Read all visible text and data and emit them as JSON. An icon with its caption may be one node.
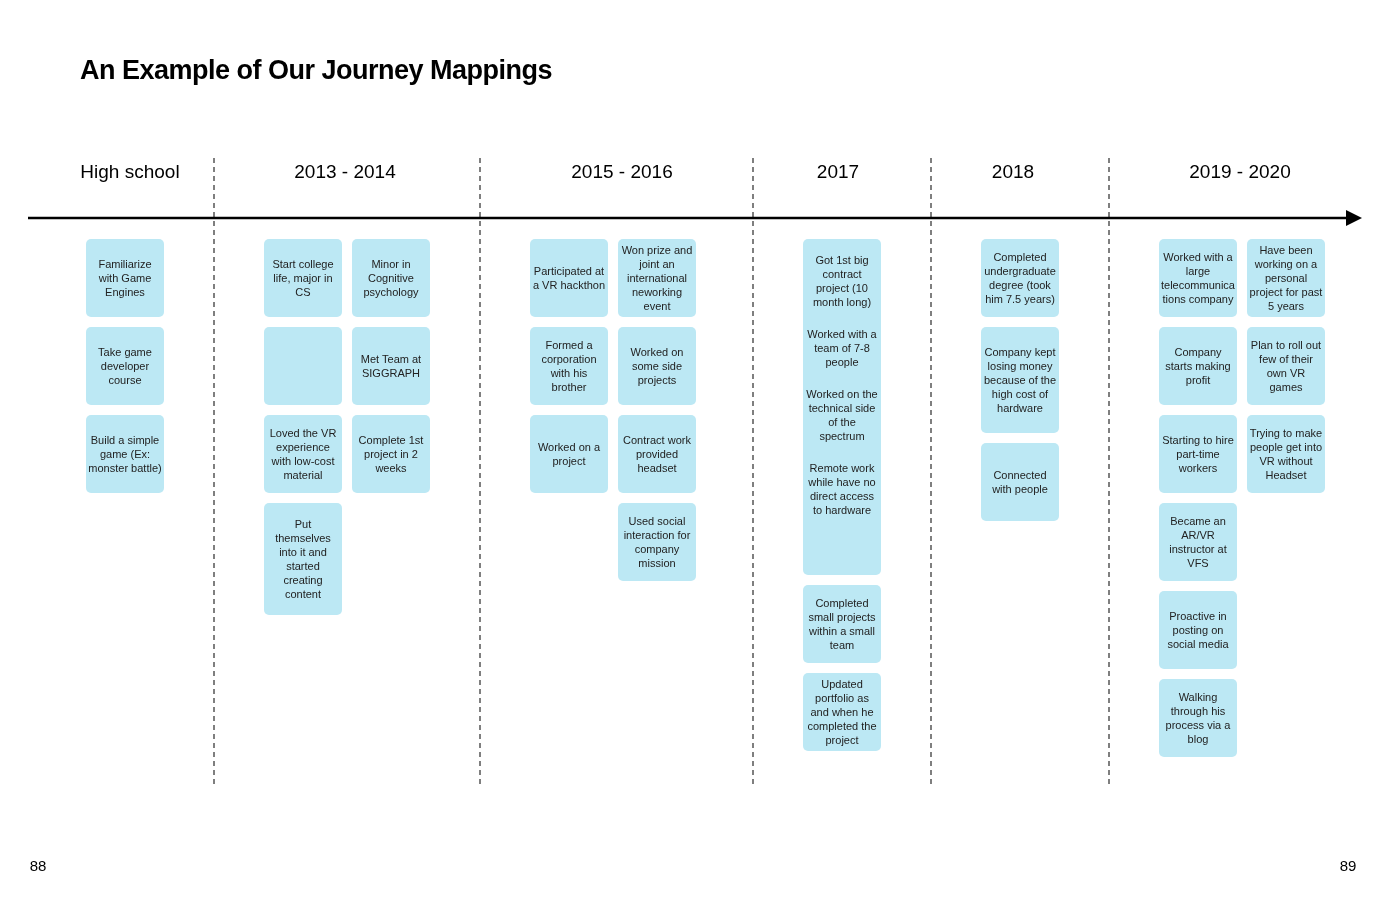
{
  "diagram": {
    "title": "An Example of Our Journey Mappings",
    "nodes": [
      {
        "text": [
          "Familiarize with Game Engines"
        ]
      },
      {
        "text": [
          "Take game developer course"
        ]
      },
      {
        "text": [
          "Build a simple game (Ex: monster battle)"
        ]
      },
      {
        "text": [
          "Start college life, major in CS"
        ]
      },
      {
        "text": [
          "Minor in Cognitive psychology"
        ]
      },
      {
        "text": [],
        "shape": "box"
      },
      {
        "text": [
          "Met Team at SIGGRAPH"
        ]
      },
      {
        "text": [
          "Loved the VR experience with low-cost material"
        ]
      },
      {
        "text": [
          "Complete 1st project in 2 weeks"
        ]
      },
      {
        "text": [
          "Put themselves into it and started creating content"
        ]
      },
      {
        "text": [
          "Participated at a VR hackthon"
        ]
      },
      {
        "text": [
          "Won prize and joint an international neworking event"
        ]
      },
      {
        "text": [
          "Formed a corporation with his brother"
        ]
      },
      {
        "text": [
          "Worked on some side projects"
        ]
      },
      {
        "text": [
          "Worked on a project"
        ]
      },
      {
        "text": [
          "Contract work provided headset"
        ]
      },
      {
        "text": [
          "Used social interaction for company mission"
        ]
      },
      {
        "text": [
          "Got 1st big contract project (10 month long)",
          "Worked with a team of 7-8 people",
          "Worked on the technical side of the spectrum",
          "Remote work while have no direct access to hardware"
        ]
      },
      {
        "text": [
          "Completed small projects within a small team"
        ]
      },
      {
        "text": [
          "Updated portfolio as and when he completed the project"
        ]
      },
      {
        "text": [
          "Completed undergraduate degree (took him 7.5 years)"
        ]
      },
      {
        "text": [
          "Company kept losing money because of the high cost of hardware"
        ]
      },
      {
        "text": [
          "Connected with people"
        ]
      },
      {
        "text": [
          "Worked with a large telecommunications company"
        ]
      },
      {
        "text": [
          "Have been working on a personal project for past 5 years"
        ]
      },
      {
        "text": [
          "Company starts making profit"
        ]
      },
      {
        "text": [
          "Plan to roll out few of their own VR games"
        ]
      },
      {
        "text": [
          "Starting to hire part-time workers"
        ]
      },
      {
        "text": [
          "Trying to make people get into VR without Headset"
        ]
      },
      {
        "text": [
          "Became an AR/VR instructor at VFS"
        ]
      },
      {
        "text": [
          "Proactive in posting on social media"
        ]
      },
      {
        "text": [
          "Walking through his process via a blog"
        ]
      }
    ],
    "labels": [
      "High school",
      "2013 - 2014",
      "2015 - 2016",
      "2017",
      "2018",
      "2019 - 2020",
      "88",
      "89"
    ]
  }
}
